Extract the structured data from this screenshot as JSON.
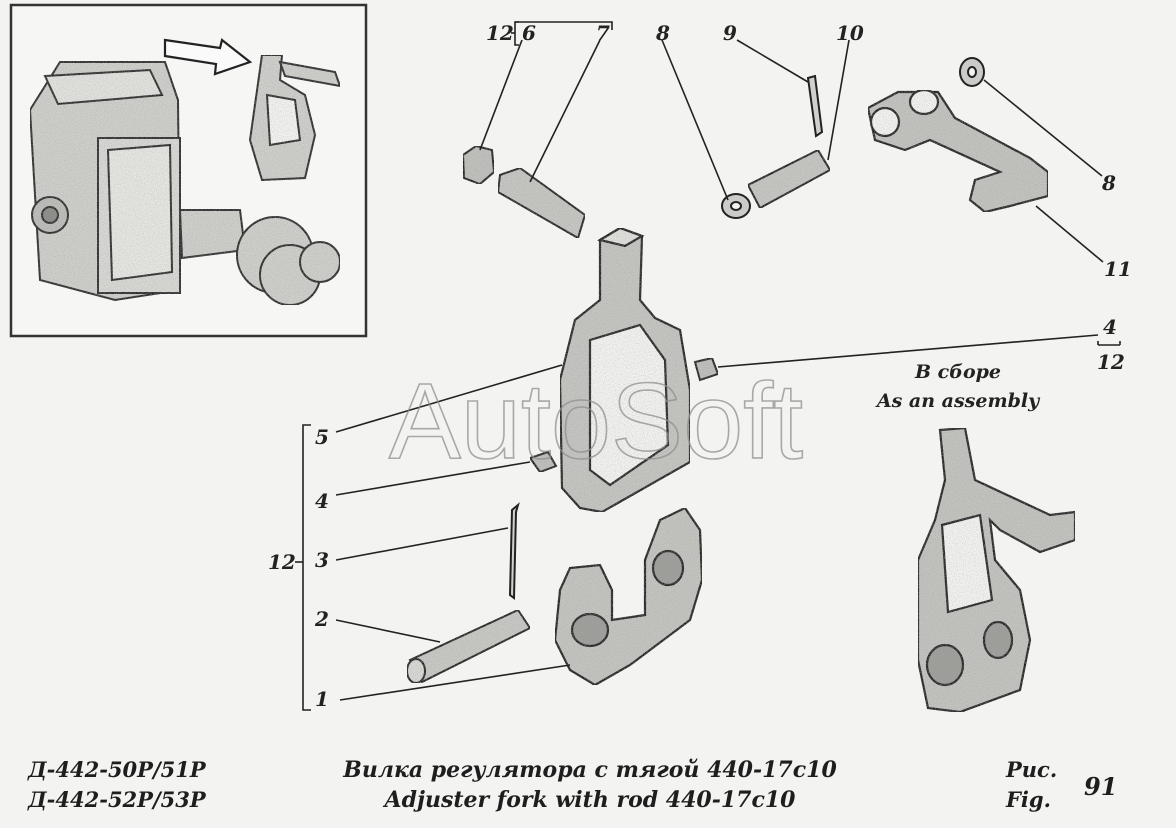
{
  "callouts": [
    "1",
    "2",
    "3",
    "4",
    "5",
    "12",
    "6",
    "7",
    "8",
    "9",
    "10",
    "8",
    "11",
    "4",
    "12"
  ],
  "assembly_note": {
    "ru": "В сборе",
    "en": "As an assembly"
  },
  "watermark": "AutoSoft",
  "footer": {
    "models": [
      "Д-442-50Р/51Р",
      "Д-442-52Р/53Р"
    ],
    "title_ru": "Вилка регулятора с тягой 440-17с10",
    "title_en": "Adjuster fork with rod 440-17с10",
    "fig_ru": "Рис.",
    "fig_en": "Fig.",
    "fig_number": "91"
  },
  "colors": {
    "ink": "#222222",
    "paper": "#f3f3f1",
    "part_fill": "#c9c9c5",
    "watermark": "#9a9a9a"
  }
}
